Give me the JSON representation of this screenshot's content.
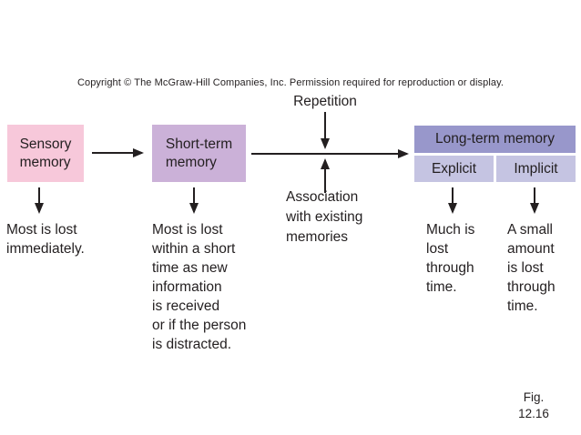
{
  "colors": {
    "background": "#ffffff",
    "text": "#231f20",
    "arrow": "#231f20",
    "sensory_box": "#f7c8da",
    "short_term_box": "#cbb1d8",
    "long_term_header": "#9897cb",
    "long_term_cell": "#c5c4e2"
  },
  "copyright": "Copyright © The McGraw-Hill Companies, Inc. Permission required for reproduction or display.",
  "flow_labels": {
    "repetition": "Repetition",
    "association": "Association\nwith existing\nmemories"
  },
  "boxes": {
    "sensory": {
      "label": "Sensory\nmemory",
      "note": "Most is lost\nimmediately."
    },
    "short_term": {
      "label": "Short-term\nmemory",
      "note": "Most is lost\nwithin a short\ntime as new\ninformation\nis received\nor if the person\nis distracted."
    },
    "long_term": {
      "label": "Long-term memory",
      "subtypes": [
        {
          "label": "Explicit",
          "note": "Much is\nlost\nthrough\ntime."
        },
        {
          "label": "Implicit",
          "note": "A small\namount\nis lost\nthrough\ntime."
        }
      ]
    }
  },
  "figure_label": {
    "line1": "Fig.",
    "line2": "12.16"
  }
}
